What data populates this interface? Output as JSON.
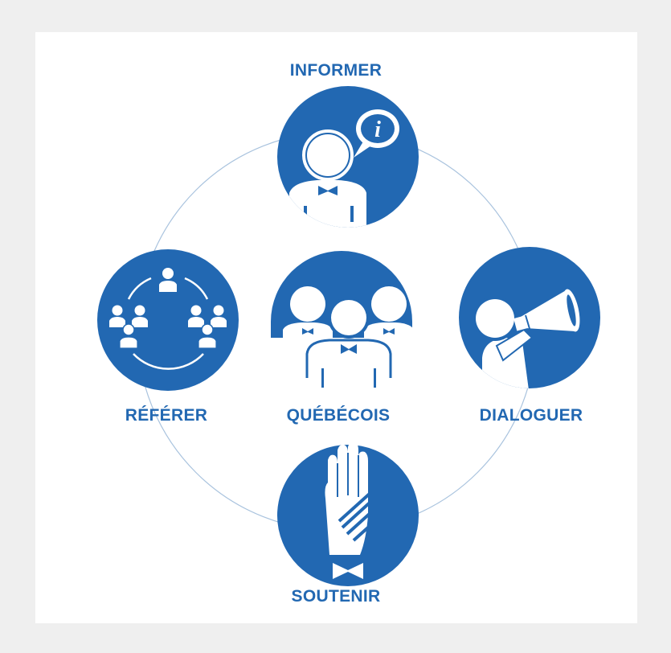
{
  "colors": {
    "primary_blue": "#2268b2",
    "ring_line": "#a9c3de",
    "icon_white": "#ffffff",
    "background": "#efefef",
    "card": "#ffffff"
  },
  "nodes": {
    "top": {
      "label": "INFORMER",
      "icon": "person-info-bubble-icon"
    },
    "left": {
      "label": "RÉFÉRER",
      "icon": "network-groups-icon"
    },
    "center": {
      "label": "QUÉBÉCOIS",
      "icon": "group-of-people-icon"
    },
    "right": {
      "label": "DIALOGUER",
      "icon": "person-megaphone-icon"
    },
    "bottom": {
      "label": "SOUTENIR",
      "icon": "hands-supporting-icon"
    }
  },
  "info_bubble_text": "i"
}
